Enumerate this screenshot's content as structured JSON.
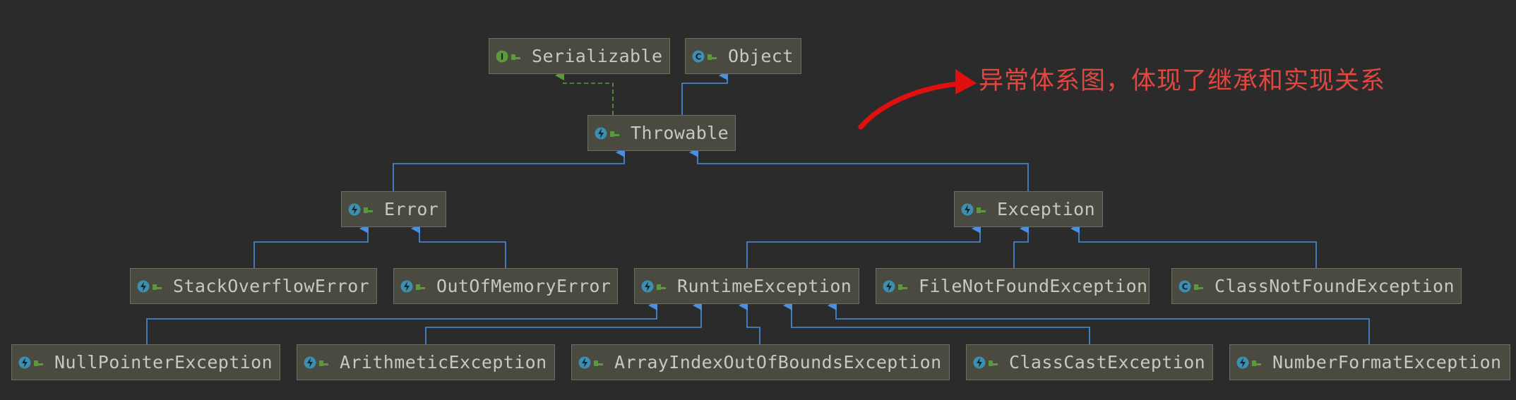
{
  "nodes": {
    "serializable": {
      "label": "Serializable",
      "icon": "interface-icon"
    },
    "object": {
      "label": "Object",
      "icon": "class-icon"
    },
    "throwable": {
      "label": "Throwable",
      "icon": "class-icon"
    },
    "error": {
      "label": "Error",
      "icon": "class-icon"
    },
    "exception": {
      "label": "Exception",
      "icon": "class-icon"
    },
    "stackoverflowerror": {
      "label": "StackOverflowError",
      "icon": "class-icon"
    },
    "outofmemoryerror": {
      "label": "OutOfMemoryError",
      "icon": "class-icon"
    },
    "runtimeexception": {
      "label": "RuntimeException",
      "icon": "class-icon"
    },
    "filenotfoundexception": {
      "label": "FileNotFoundException",
      "icon": "class-icon"
    },
    "classnotfoundexception": {
      "label": "ClassNotFoundException",
      "icon": "class-icon"
    },
    "nullpointerexception": {
      "label": "NullPointerException",
      "icon": "class-icon"
    },
    "arithmeticexception": {
      "label": "ArithmeticException",
      "icon": "class-icon"
    },
    "arrayindexoutofboundsexception": {
      "label": "ArrayIndexOutOfBoundsException",
      "icon": "class-icon"
    },
    "classcastexception": {
      "label": "ClassCastException",
      "icon": "class-icon"
    },
    "numberformatexception": {
      "label": "NumberFormatException",
      "icon": "class-icon"
    }
  },
  "edges": [
    {
      "from": "throwable",
      "to": "serializable",
      "kind": "implements"
    },
    {
      "from": "throwable",
      "to": "object",
      "kind": "extends"
    },
    {
      "from": "error",
      "to": "throwable",
      "kind": "extends"
    },
    {
      "from": "exception",
      "to": "throwable",
      "kind": "extends"
    },
    {
      "from": "stackoverflowerror",
      "to": "error",
      "kind": "extends"
    },
    {
      "from": "outofmemoryerror",
      "to": "error",
      "kind": "extends"
    },
    {
      "from": "runtimeexception",
      "to": "exception",
      "kind": "extends"
    },
    {
      "from": "filenotfoundexception",
      "to": "exception",
      "kind": "extends"
    },
    {
      "from": "classnotfoundexception",
      "to": "exception",
      "kind": "extends"
    },
    {
      "from": "nullpointerexception",
      "to": "runtimeexception",
      "kind": "extends"
    },
    {
      "from": "arithmeticexception",
      "to": "runtimeexception",
      "kind": "extends"
    },
    {
      "from": "arrayindexoutofboundsexception",
      "to": "runtimeexception",
      "kind": "extends"
    },
    {
      "from": "classcastexception",
      "to": "runtimeexception",
      "kind": "extends"
    },
    {
      "from": "numberformatexception",
      "to": "runtimeexception",
      "kind": "extends"
    }
  ],
  "annotation": {
    "text": "异常体系图，体现了继承和实现关系",
    "color": "#e0473f"
  },
  "colors": {
    "background": "#2b2b2b",
    "node_fill": "#4a4a40",
    "node_border": "#6d6d62",
    "node_text": "#c8c8bc",
    "extends_edge": "#4a8fe0",
    "implements_edge": "#5a9a3c",
    "class_icon": "#3d8fb0",
    "interface_icon": "#5a9a3c",
    "annotation_arrow": "#e01010"
  }
}
